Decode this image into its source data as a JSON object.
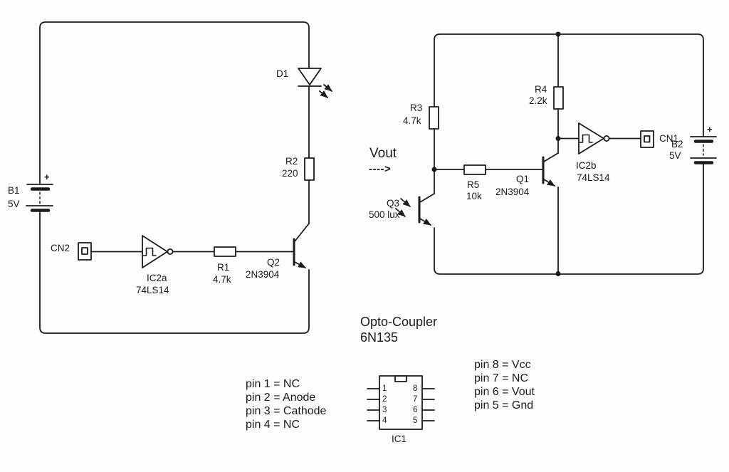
{
  "left_circuit": {
    "b1": {
      "ref": "B1",
      "voltage": "5V",
      "plus": "+"
    },
    "cn2": {
      "ref": "CN2"
    },
    "ic2a": {
      "ref": "IC2a",
      "part": "74LS14"
    },
    "r1": {
      "ref": "R1",
      "value": "4.7k"
    },
    "q2": {
      "ref": "Q2",
      "part": "2N3904"
    },
    "r2": {
      "ref": "R2",
      "value": "220"
    },
    "d1": {
      "ref": "D1"
    }
  },
  "right_circuit": {
    "vout": {
      "label": "Vout",
      "arrow": "---->"
    },
    "r3": {
      "ref": "R3",
      "value": "4.7k"
    },
    "r4": {
      "ref": "R4",
      "value": "2.2k"
    },
    "r5": {
      "ref": "R5",
      "value": "10k"
    },
    "q3": {
      "ref": "Q3",
      "value": "500 lux"
    },
    "q1": {
      "ref": "Q1",
      "part": "2N3904"
    },
    "ic2b": {
      "ref": "IC2b",
      "part": "74LS14"
    },
    "cn1": {
      "ref": "CN1"
    },
    "b2": {
      "ref": "B2",
      "voltage": "5V",
      "plus": "+"
    }
  },
  "optocoupler": {
    "title": "Opto-Coupler",
    "part": "6N135",
    "ic_ref": "IC1",
    "left_pins": [
      "pin 1 = NC",
      "pin 2 = Anode",
      "pin 3 = Cathode",
      "pin 4 = NC"
    ],
    "right_pins": [
      "pin 8 = Vcc",
      "pin 7 = NC",
      "pin 6 = Vout",
      "pin 5 = Gnd"
    ],
    "pin_numbers_left": [
      "1",
      "2",
      "3",
      "4"
    ],
    "pin_numbers_right": [
      "8",
      "7",
      "6",
      "5"
    ]
  },
  "colors": {
    "ink": "#1b1b1b",
    "background": "#fdfdfd"
  }
}
